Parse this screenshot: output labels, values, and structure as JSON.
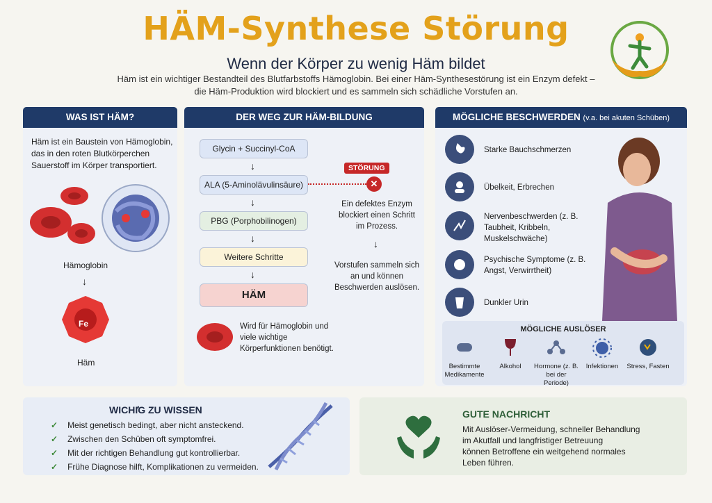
{
  "header": {
    "title": "HÄM-Synthese Störung",
    "subtitle": "Wenn der Körper zu wenig Häm bildet",
    "intro_line1": "Häm ist ein wichtiger Bestandteil des Blutfarbstoffs Hämoglobin. Bei einer Häm-Synthesestörung ist ein Enzym defekt –",
    "intro_line2": "die Häm-Produktion wird blockiert und es sammeln sich schädliche Vorstufen an."
  },
  "panel1": {
    "heading": "WAS IST HÄM?",
    "text": "Häm ist ein Baustein von Hämoglobin, das in den roten Blutkörperchen Sauerstoff im Körper transportiert.",
    "hemoglobin_label": "Hämoglobin",
    "fe_label": "Fe",
    "heme_label": "Häm"
  },
  "panel2": {
    "heading": "DER WEG ZUR HÄM-BILDUNG",
    "steps": [
      "Glycin + Succinyl-CoA",
      "ALA (5-Aminolävulinsäure)",
      "PBG (Porphobilinogen)",
      "Weitere Schritte",
      "HÄM"
    ],
    "stoerung_badge": "STÖRUNG",
    "defect_text": "Ein defektes Enzym blockiert einen Schritt im Prozess.",
    "accumulate_text": "Vorstufen sammeln sich an und können Beschwerden auslösen.",
    "usage_text": "Wird für Hämoglobin und viele wichtige Körperfunktionen benötigt."
  },
  "panel3": {
    "heading": "MÖGLICHE BESCHWERDEN",
    "heading_note": "(v.a. bei akuten Schüben)",
    "symptoms": [
      {
        "icon": "stomach-icon",
        "label": "Starke Bauchschmerzen"
      },
      {
        "icon": "nausea-icon",
        "label": "Übelkeit, Erbrechen"
      },
      {
        "icon": "nerve-icon",
        "label": "Nervenbeschwerden (z. B. Taubheit, Kribbeln, Muskelschwäche)"
      },
      {
        "icon": "brain-icon",
        "label": "Psychische Symptome (z. B. Angst, Verwirrtheit)"
      },
      {
        "icon": "urine-cup-icon",
        "label": "Dunkler Urin"
      }
    ],
    "triggers_heading": "MÖGLICHE AUSLÖSER",
    "triggers": [
      {
        "icon": "pill-icon",
        "label": "Bestimmte Medikamente"
      },
      {
        "icon": "wine-glass-icon",
        "label": "Alkohol"
      },
      {
        "icon": "molecule-icon",
        "label": "Hormone (z. B. bei der Periode)"
      },
      {
        "icon": "virus-icon",
        "label": "Infektionen"
      },
      {
        "icon": "stress-head-icon",
        "label": "Stress, Fasten"
      }
    ]
  },
  "important": {
    "heading": "WICHۢIG ZU WISSEN",
    "items": [
      "Meist genetisch bedingt, aber nicht ansteckend.",
      "Zwischen den Schüben oft symptomfrei.",
      "Mit der richtigen Behandlung gut kontrollierbar.",
      "Frühe Diagnose hilft, Komplikationen zu vermeiden."
    ]
  },
  "good_news": {
    "heading": "GUTE NACHRICHT",
    "text_lines": [
      "Mit Auslöser-Vermeidung, schneller Behandlung",
      "im Akutfall und langfristiger Betreuung",
      "können Betroffene ein weitgehend normales",
      "Leben führen."
    ]
  },
  "colors": {
    "title": "#e3a11b",
    "panel_header": "#1f3a68",
    "check": "#3f8a3a",
    "alert": "#c62828"
  }
}
